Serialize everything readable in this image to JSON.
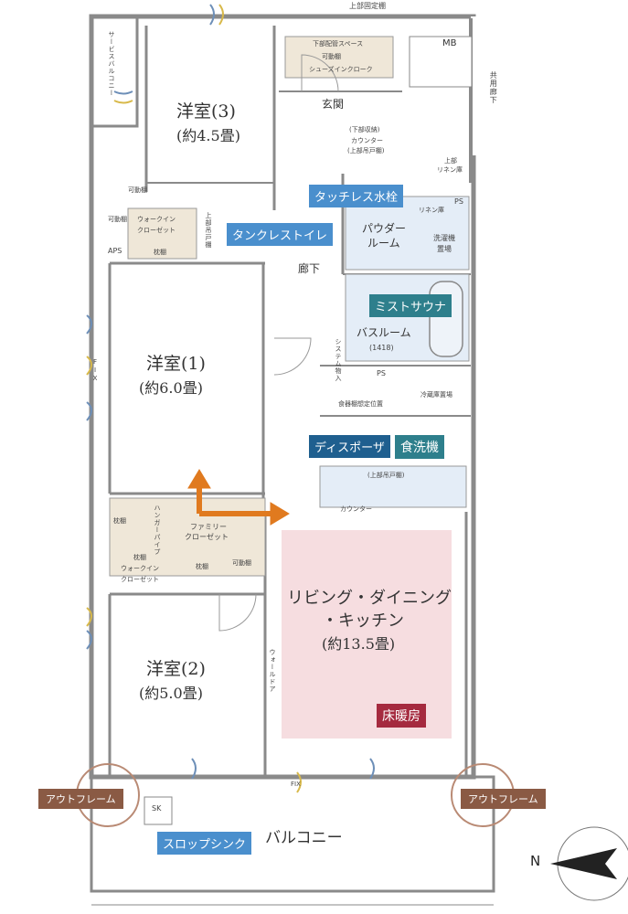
{
  "labels": {
    "top_fixed_shelf": "上部固定棚",
    "mb": "MB",
    "shared_corridor": "共用廊下",
    "service_balcony": "サービスバルコニー",
    "room3": "洋室(3)",
    "room3_size": "(約4.5畳)",
    "room1": "洋室(1)",
    "room1_size": "(約6.0畳)",
    "room2": "洋室(2)",
    "room2_size": "(約5.0畳)",
    "ldk_line1": "リビング・ダイニング",
    "ldk_line2": "・キッチン",
    "ldk_size": "(約13.5畳)",
    "entrance": "玄関",
    "hallway": "廊下",
    "powder_room_1": "パウダー",
    "powder_room_2": "ルーム",
    "washer_1": "洗濯機",
    "washer_2": "置場",
    "bathroom": "バスルーム",
    "bath_size": "(1418)",
    "system_storage": "システム物入",
    "ps_top": "PS",
    "ps_mid": "PS",
    "aps": "APS",
    "sk": "SK",
    "balcony": "バルコニー",
    "shoe_cloak": "シューズインクローク",
    "under_floor_space": "下部配管スペース",
    "movable_shelf_entry": "可動棚",
    "counter_note_1": "(下部収納)",
    "counter_note_2": "カウンター",
    "counter_note_3": "(上部吊戸棚)",
    "linen_top_1": "上部",
    "linen_top_2": "リネン庫",
    "linen": "リネン庫",
    "movable_shelf_r3a": "可動棚",
    "movable_shelf_r3b": "可動棚",
    "wic_r3_1": "ウォークイン",
    "wic_r3_2": "クローゼット",
    "pillow_shelf_r3": "枕棚",
    "top_cabinet_toilet": "上部吊戸棚",
    "dish_shelf": "食器棚想定位置",
    "fridge": "冷蔵庫置場",
    "top_cabinet_kitchen": "(上部吊戸棚)",
    "counter": "カウンター",
    "pillow_shelf_fc": "枕棚",
    "pillow_shelf_fc2": "枕棚",
    "family_closet_1": "ファミリー",
    "family_closet_2": "クローゼット",
    "hanging_pipe": "ハンガーパイプ",
    "pillow_shelf_wic2": "枕棚",
    "wic2_1": "ウォークイン",
    "wic2_2": "クローゼット",
    "movable_shelf_fc": "可動棚",
    "wall_door": "ウォールドア",
    "fix": "FIX",
    "fix_bottom": "FIX"
  },
  "feature_tags": {
    "touchless_faucet": "タッチレス水栓",
    "tankless_toilet": "タンクレストイレ",
    "mist_sauna": "ミストサウナ",
    "disposer": "ディスポーザ",
    "dishwasher": "食洗機",
    "floor_heating": "床暖房",
    "outframe_left": "アウトフレーム",
    "outframe_right": "アウトフレーム",
    "slop_sink": "スロップシンク"
  },
  "compass": {
    "label": "N"
  },
  "colors": {
    "floor_heating_area": "#f6dde0",
    "wet_area": "#e4edf7",
    "storage": "#efe7d8",
    "arrow": "#e07a1f",
    "wall": "#8a8a8a",
    "tag_blue": "#4a8fcd",
    "tag_red": "#a52a3f",
    "tag_brown": "#8a5a44"
  }
}
